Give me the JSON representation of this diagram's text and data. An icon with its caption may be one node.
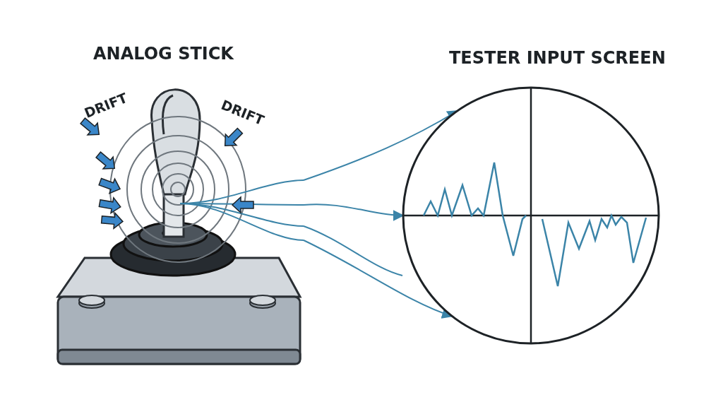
{
  "diagram": {
    "nodes": [
      {
        "text": [
          "ANALOG STICK"
        ]
      },
      {
        "text": [
          "TESTER INPUT SCREEN"
        ]
      }
    ],
    "edges": [
      {
        "from": 0,
        "to": 1,
        "arrow": "to"
      },
      {
        "from": 0,
        "to": 1,
        "arrow": "to"
      },
      {
        "from": 0,
        "to": null,
        "arrow": "none"
      },
      {
        "from": 0,
        "to": 1,
        "arrow": "to"
      }
    ],
    "labels": [
      "DRIFT",
      "DRIFT"
    ]
  }
}
